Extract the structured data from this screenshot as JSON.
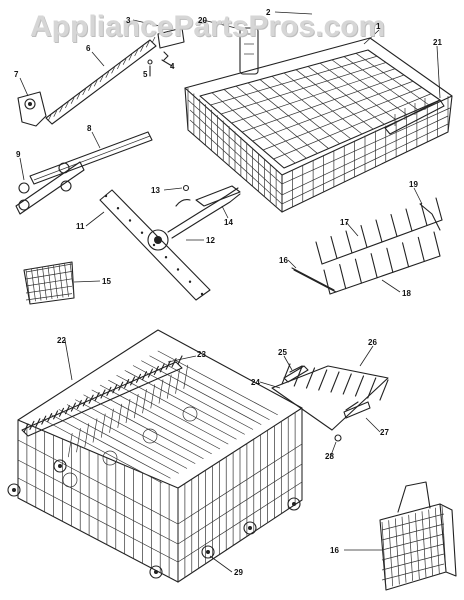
{
  "watermark": "AppliancePartsPros.com",
  "callouts": {
    "c1": "1",
    "c2": "2",
    "c3": "3",
    "c4": "4",
    "c5": "5",
    "c6": "6",
    "c7": "7",
    "c8": "8",
    "c9": "9",
    "c11": "11",
    "c12": "12",
    "c13": "13",
    "c14": "14",
    "c15": "15",
    "c16a": "16",
    "c16b": "16",
    "c17": "17",
    "c18": "18",
    "c19": "19",
    "c20": "20",
    "c21": "21",
    "c22": "22",
    "c23": "23",
    "c24": "24",
    "c25": "25",
    "c26": "26",
    "c27": "27",
    "c28": "28",
    "c29": "29"
  },
  "colors": {
    "line": "#222222",
    "watermark": "#d6d6d6",
    "background": "#ffffff"
  }
}
